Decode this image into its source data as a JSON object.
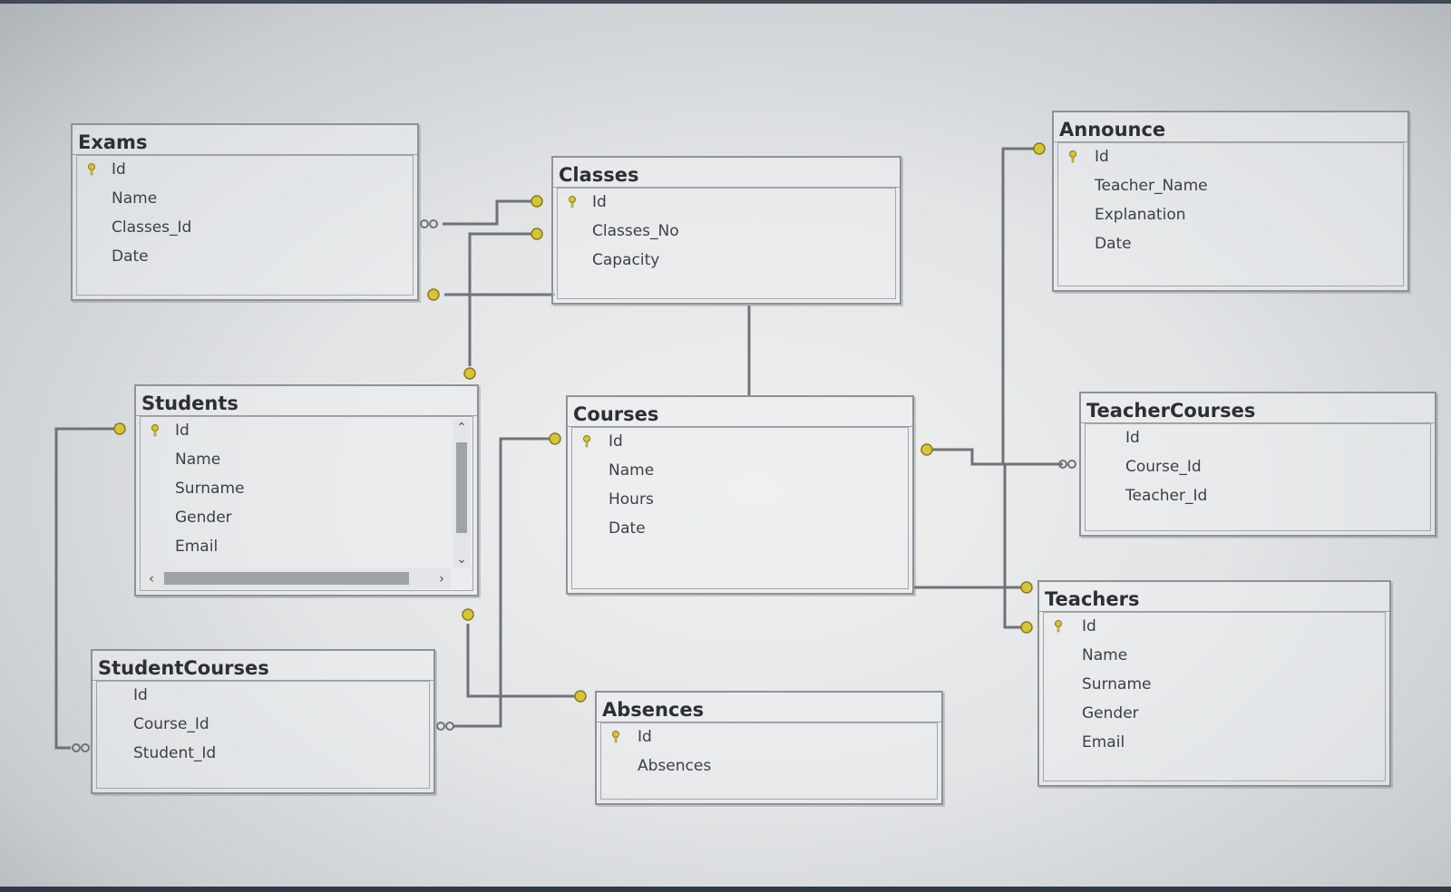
{
  "diagram": {
    "tables": {
      "exams": {
        "title": "Exams",
        "columns": [
          "Id",
          "Name",
          "Classes_Id",
          "Date"
        ]
      },
      "classes": {
        "title": "Classes",
        "columns": [
          "Id",
          "Classes_No",
          "Capacity"
        ]
      },
      "announce": {
        "title": "Announce",
        "columns": [
          "Id",
          "Teacher_Name",
          "Explanation",
          "Date"
        ]
      },
      "students": {
        "title": "Students",
        "columns": [
          "Id",
          "Name",
          "Surname",
          "Gender",
          "Email"
        ]
      },
      "courses": {
        "title": "Courses",
        "columns": [
          "Id",
          "Name",
          "Hours",
          "Date"
        ]
      },
      "teachercourses": {
        "title": "TeacherCourses",
        "columns": [
          "Id",
          "Course_Id",
          "Teacher_Id"
        ]
      },
      "studentcourses": {
        "title": "StudentCourses",
        "columns": [
          "Id",
          "Course_Id",
          "Student_Id"
        ]
      },
      "absences": {
        "title": "Absences",
        "columns": [
          "Id",
          "Absences"
        ]
      },
      "teachers": {
        "title": "Teachers",
        "columns": [
          "Id",
          "Name",
          "Surname",
          "Gender",
          "Email"
        ]
      }
    },
    "primary_keys": [
      "exams",
      "classes",
      "announce",
      "students",
      "courses",
      "absences",
      "teachers"
    ],
    "colors": {
      "line": "#6f7378",
      "key": "#d8c43c",
      "border": "#8e9297",
      "text": "#3c4146"
    }
  }
}
